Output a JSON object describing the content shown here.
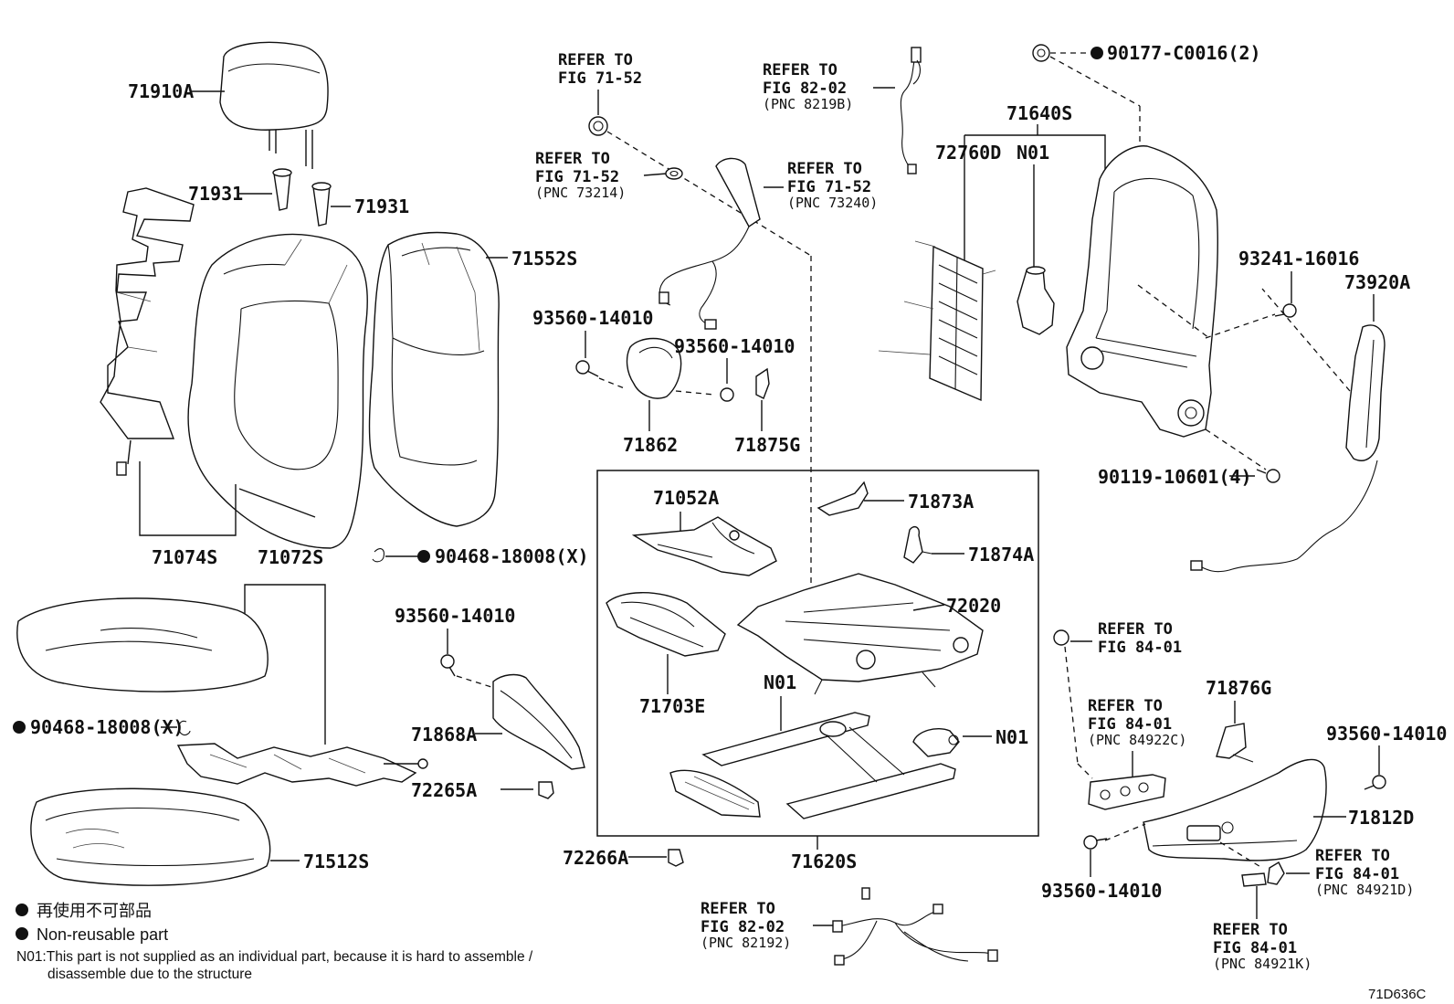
{
  "diagram_code": "71D636C",
  "parts": {
    "p71910A": "71910A",
    "p71931a": "71931",
    "p71931b": "71931",
    "p71552S": "71552S",
    "p71074S": "71074S",
    "p71072S": "71072S",
    "p90468a": "90468-18008(X)",
    "p90468b": "90468-18008(X)",
    "p71512S": "71512S",
    "p93560a": "93560-14010",
    "p93560b": "93560-14010",
    "p93560c": "93560-14010",
    "p93560d": "93560-14010",
    "p93560e": "93560-14010",
    "p71862": "71862",
    "p71875G": "71875G",
    "p71052A": "71052A",
    "p71873A": "71873A",
    "p71874A": "71874A",
    "p72020": "72020",
    "p71703E": "71703E",
    "pN01a": "N01",
    "pN01b": "N01",
    "pN01c": "N01",
    "p71620S": "71620S",
    "p71868A": "71868A",
    "p72265A": "72265A",
    "p72266A": "72266A",
    "p90177": "90177-C0016(2)",
    "p71640S": "71640S",
    "p72760D": "72760D",
    "p93241": "93241-16016",
    "p73920A": "73920A",
    "p90119": "90119-10601(4)",
    "p71876G": "71876G",
    "p71812D": "71812D"
  },
  "refs": {
    "r1": {
      "l1": "REFER TO",
      "l2": "FIG 71-52",
      "l3": ""
    },
    "r2": {
      "l1": "REFER TO",
      "l2": "FIG 71-52",
      "l3": "(PNC 73214)"
    },
    "r3": {
      "l1": "REFER TO",
      "l2": "FIG 82-02",
      "l3": "(PNC 8219B)"
    },
    "r4": {
      "l1": "REFER TO",
      "l2": "FIG 71-52",
      "l3": "(PNC 73240)"
    },
    "r5": {
      "l1": "REFER TO",
      "l2": "FIG 84-01",
      "l3": ""
    },
    "r6": {
      "l1": "REFER TO",
      "l2": "FIG 84-01",
      "l3": "(PNC 84922C)"
    },
    "r7": {
      "l1": "REFER TO",
      "l2": "FIG 84-01",
      "l3": "(PNC 84921D)"
    },
    "r8": {
      "l1": "REFER TO",
      "l2": "FIG 84-01",
      "l3": "(PNC 84921K)"
    },
    "r9": {
      "l1": "REFER TO",
      "l2": "FIG 82-02",
      "l3": "(PNC 82192)"
    }
  },
  "legend": {
    "jp": "再使用不可部品",
    "en": "Non-reusable part",
    "n01_line1": "N01:This part is not supplied as an individual part, because it is hard to assemble /",
    "n01_line2": "disassemble due to the structure"
  },
  "colors": {
    "ink": "#111111",
    "background": "#ffffff"
  }
}
